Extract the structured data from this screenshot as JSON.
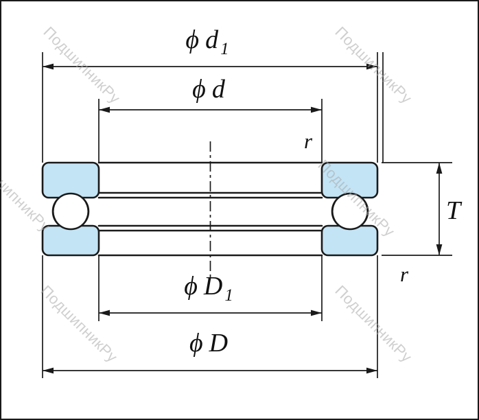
{
  "watermark": {
    "text": "ПодшипникРу"
  },
  "colors": {
    "line": "#1a1a1a",
    "washer_fill": "#c3e4f5",
    "watermark": "#a9a9a9"
  },
  "labels": {
    "d1": {
      "phi": "ϕ",
      "letter": "d",
      "sub": "1"
    },
    "d": {
      "phi": "ϕ",
      "letter": "d"
    },
    "D1": {
      "phi": "ϕ",
      "letter": "D",
      "sub": "1"
    },
    "D": {
      "phi": "ϕ",
      "letter": "D"
    },
    "T": {
      "letter": "T"
    },
    "r_top": {
      "letter": "r"
    },
    "r_bottom": {
      "letter": "r"
    }
  }
}
